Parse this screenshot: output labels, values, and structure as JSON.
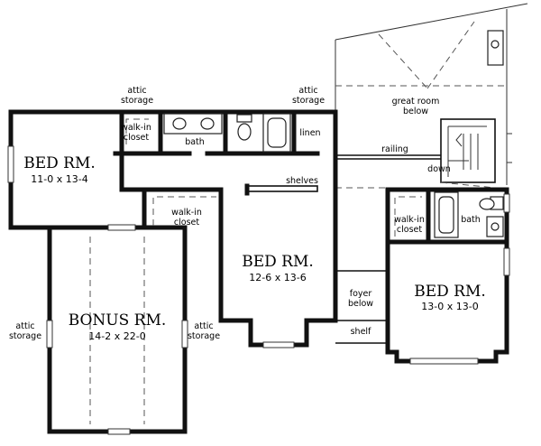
{
  "rooms": {
    "bed1": {
      "name": "BED RM.",
      "size": "11-0  x  13-4"
    },
    "bed2": {
      "name": "BED RM.",
      "size": "12-6  x  13-6"
    },
    "bed3": {
      "name": "BED RM.",
      "size": "13-0  x  13-0"
    },
    "bonus": {
      "name": "BONUS RM.",
      "size": "14-2  x  22-0"
    }
  },
  "labels": {
    "attic": "attic",
    "storage": "storage",
    "walk_in": "walk-in",
    "closet": "closet",
    "bath": "bath",
    "linen": "linen",
    "shelves": "shelves",
    "great_room": "great room",
    "below": "below",
    "railing": "railing",
    "down": "down",
    "foyer": "foyer",
    "shelf": "shelf"
  }
}
